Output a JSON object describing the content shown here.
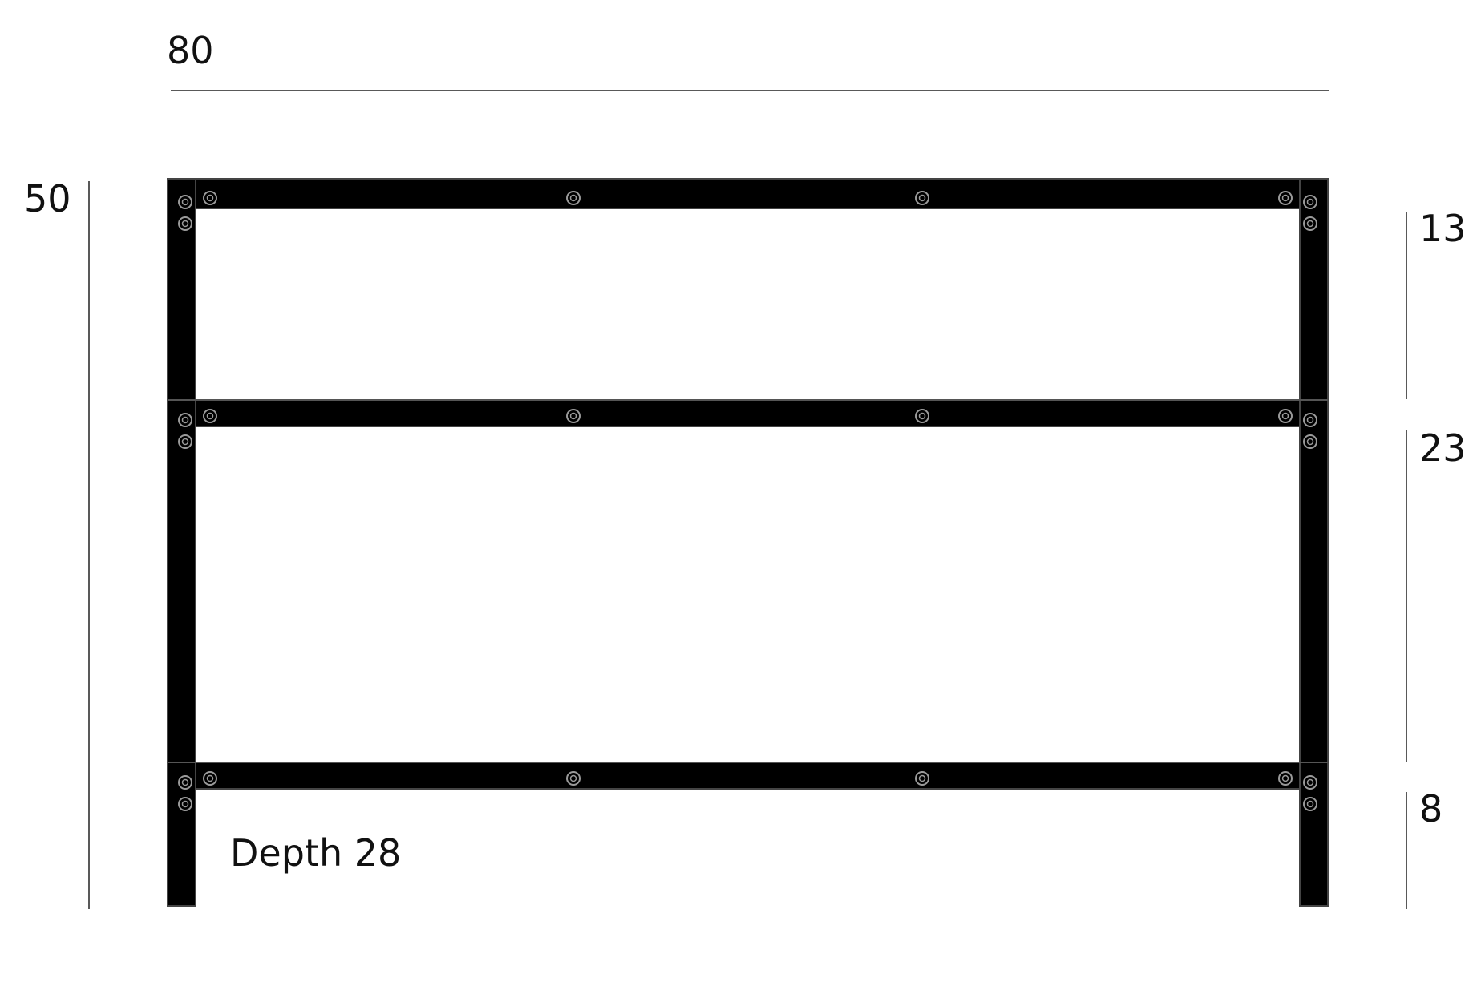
{
  "dimensions": {
    "width_label": "80",
    "height_label": "50",
    "section_top_label": "13",
    "section_middle_label": "23",
    "section_bottom_label": "8",
    "depth_label": "Depth 28"
  },
  "colors": {
    "frame": "#000000",
    "frame_edge": "#444444",
    "bolt": "#9a9a9a",
    "dimension_line": "#222222",
    "text": "#111111",
    "background": "#ffffff"
  },
  "icons": {
    "bolt": "bolt-icon"
  }
}
